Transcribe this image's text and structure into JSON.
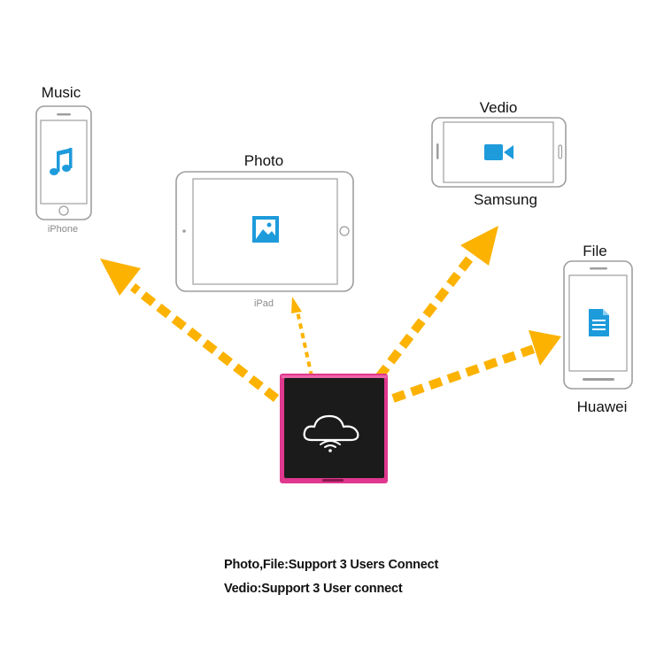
{
  "labels": {
    "music": "Music",
    "iphone": "iPhone",
    "photo": "Photo",
    "ipad": "iPad",
    "vedio": "Vedio",
    "samsung": "Samsung",
    "file": "File",
    "huawei": "Huawei"
  },
  "captions": {
    "line1": "Photo,File:Support 3 Users Connect",
    "line2": "Vedio:Support 3 User connect"
  },
  "icons": {
    "music": "music-note-icon",
    "photo": "image-icon",
    "video": "video-camera-icon",
    "file": "document-icon",
    "hub": "wifi-cloud-icon"
  },
  "colors": {
    "arrow": "#FCB200",
    "icon": "#1E9BDB",
    "device_frame": "#9E9E9E",
    "hub_body": "#1B1B1B",
    "hub_border": "#E0388E"
  }
}
